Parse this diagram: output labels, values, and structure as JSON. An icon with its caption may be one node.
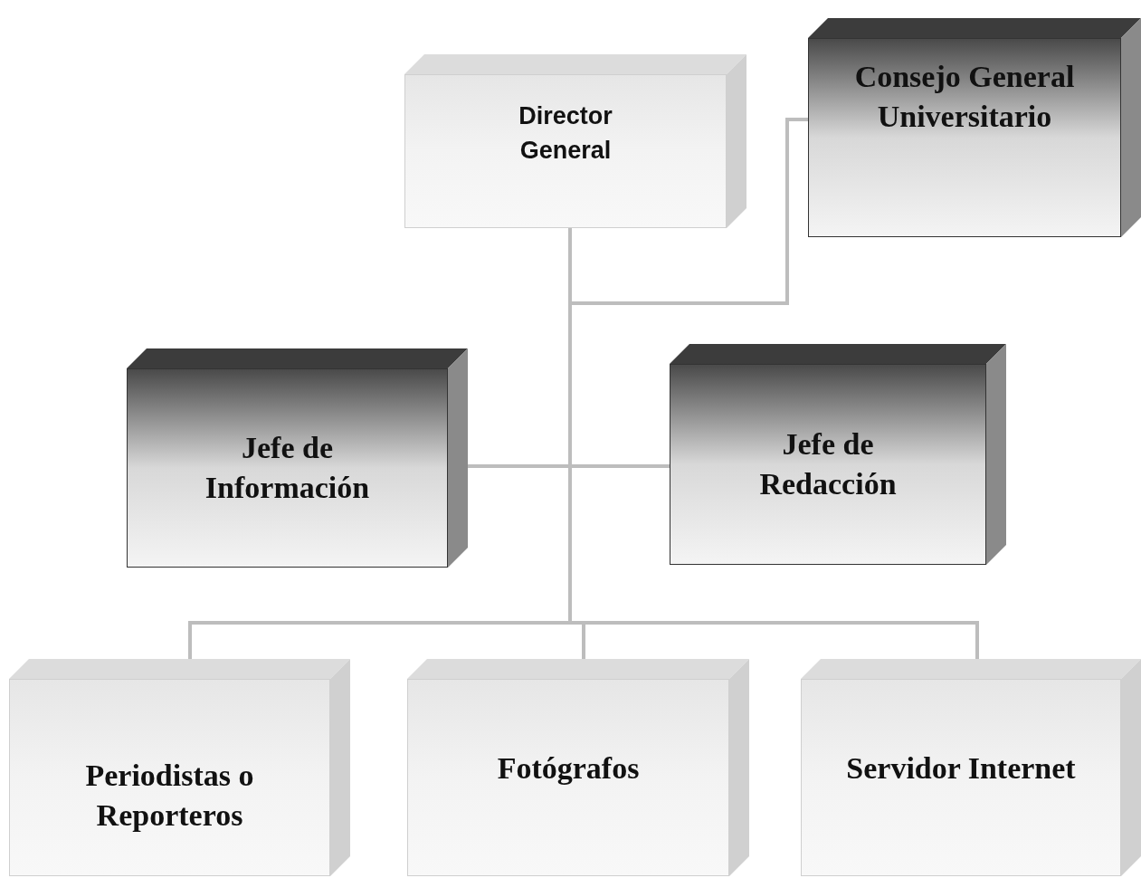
{
  "diagram": {
    "nodes": [
      {
        "text": [
          "Director General"
        ]
      },
      {
        "text": [
          "Consejo General Universitario"
        ]
      },
      {
        "text": [
          "Jefe de Información"
        ]
      },
      {
        "text": [
          "Jefe de Redacción"
        ]
      },
      {
        "text": [
          "Periodistas o Reporteros"
        ]
      },
      {
        "text": [
          "Fotógrafos"
        ]
      },
      {
        "text": [
          "Servidor Internet"
        ]
      }
    ],
    "edges": [
      {
        "from": 0,
        "to": 1,
        "arrow": "none"
      },
      {
        "from": 0,
        "to": 2,
        "arrow": "none"
      },
      {
        "from": 0,
        "to": 3,
        "arrow": "none"
      },
      {
        "from": 0,
        "to": 4,
        "arrow": "none"
      },
      {
        "from": 0,
        "to": 5,
        "arrow": "none"
      },
      {
        "from": 0,
        "to": 6,
        "arrow": "none"
      }
    ]
  }
}
